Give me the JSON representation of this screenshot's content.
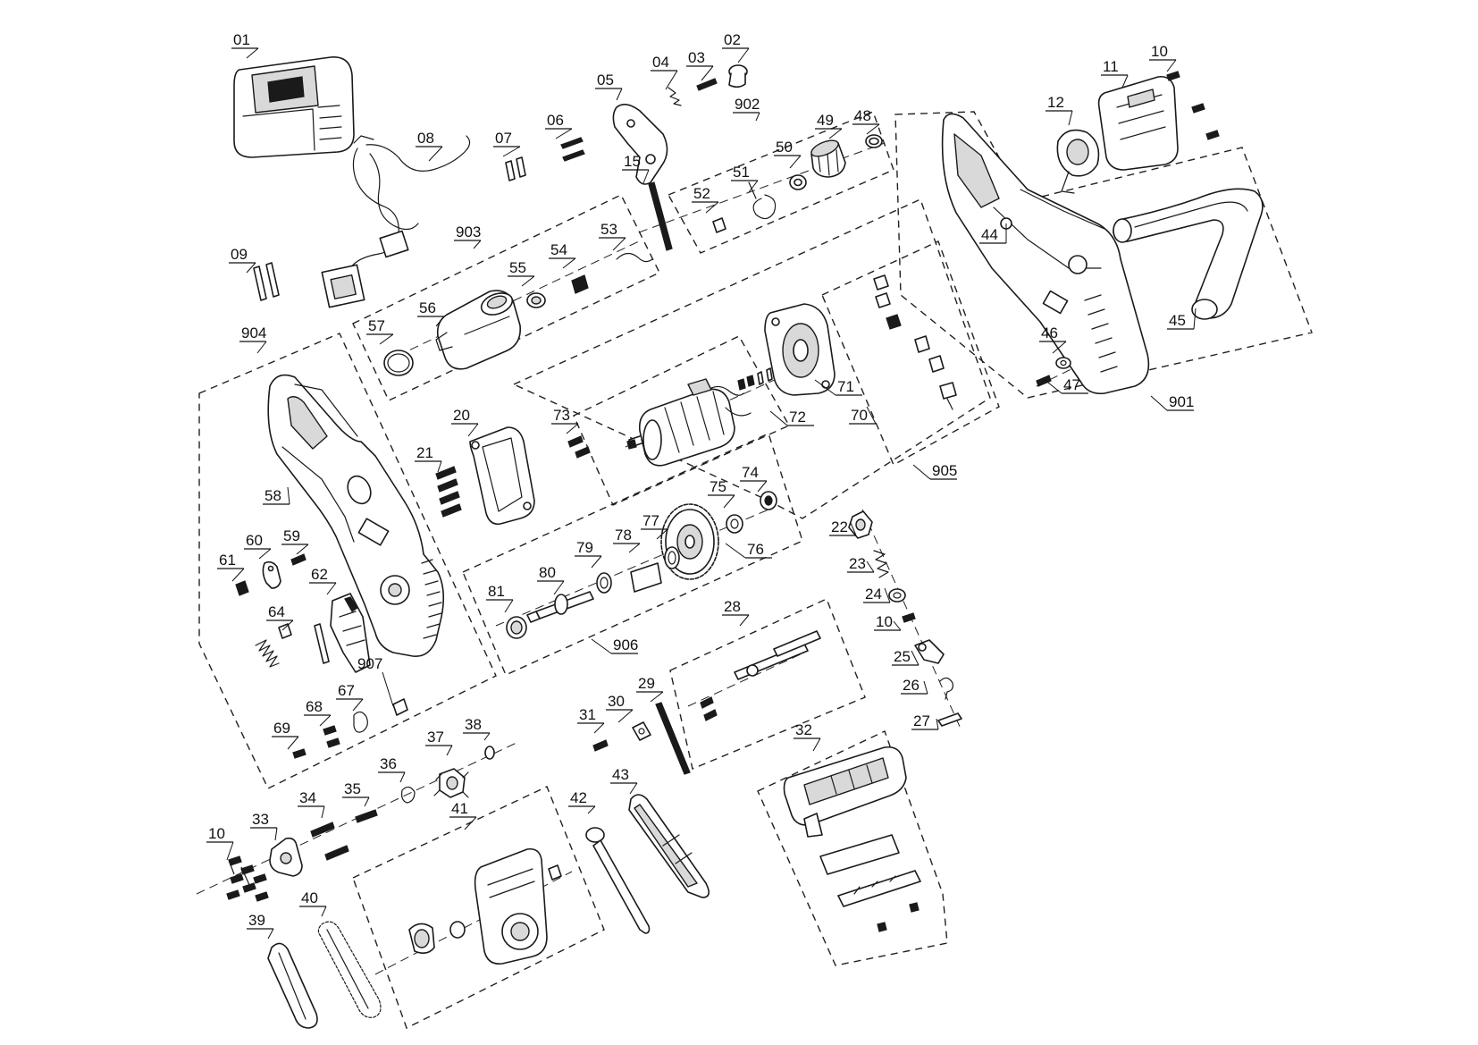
{
  "labels": [
    {
      "num": "01"
    },
    {
      "num": "02"
    },
    {
      "num": "03"
    },
    {
      "num": "04"
    },
    {
      "num": "05"
    },
    {
      "num": "06"
    },
    {
      "num": "07"
    },
    {
      "num": "08"
    },
    {
      "num": "09"
    },
    {
      "num": "10"
    },
    {
      "num": "11"
    },
    {
      "num": "12"
    },
    {
      "num": "15"
    },
    {
      "num": "20"
    },
    {
      "num": "21"
    },
    {
      "num": "22"
    },
    {
      "num": "23"
    },
    {
      "num": "24"
    },
    {
      "num": "10"
    },
    {
      "num": "25"
    },
    {
      "num": "26"
    },
    {
      "num": "27"
    },
    {
      "num": "28"
    },
    {
      "num": "29"
    },
    {
      "num": "30"
    },
    {
      "num": "31"
    },
    {
      "num": "32"
    },
    {
      "num": "33"
    },
    {
      "num": "10"
    },
    {
      "num": "34"
    },
    {
      "num": "35"
    },
    {
      "num": "36"
    },
    {
      "num": "37"
    },
    {
      "num": "38"
    },
    {
      "num": "39"
    },
    {
      "num": "40"
    },
    {
      "num": "41"
    },
    {
      "num": "42"
    },
    {
      "num": "43"
    },
    {
      "num": "44"
    },
    {
      "num": "45"
    },
    {
      "num": "46"
    },
    {
      "num": "47"
    },
    {
      "num": "48"
    },
    {
      "num": "49"
    },
    {
      "num": "50"
    },
    {
      "num": "51"
    },
    {
      "num": "52"
    },
    {
      "num": "53"
    },
    {
      "num": "54"
    },
    {
      "num": "55"
    },
    {
      "num": "56"
    },
    {
      "num": "57"
    },
    {
      "num": "58"
    },
    {
      "num": "59"
    },
    {
      "num": "60"
    },
    {
      "num": "61"
    },
    {
      "num": "62"
    },
    {
      "num": "64"
    },
    {
      "num": "67"
    },
    {
      "num": "68"
    },
    {
      "num": "69"
    },
    {
      "num": "70"
    },
    {
      "num": "71"
    },
    {
      "num": "72"
    },
    {
      "num": "73"
    },
    {
      "num": "74"
    },
    {
      "num": "75"
    },
    {
      "num": "76"
    },
    {
      "num": "77"
    },
    {
      "num": "78"
    },
    {
      "num": "79"
    },
    {
      "num": "80"
    },
    {
      "num": "81"
    }
  ],
  "group_labels": [
    {
      "num": "901"
    },
    {
      "num": "902"
    },
    {
      "num": "903"
    },
    {
      "num": "904"
    },
    {
      "num": "905"
    },
    {
      "num": "906"
    },
    {
      "num": "907"
    }
  ],
  "colors": {
    "line": "#1a1a1a",
    "background": "#ffffff"
  }
}
